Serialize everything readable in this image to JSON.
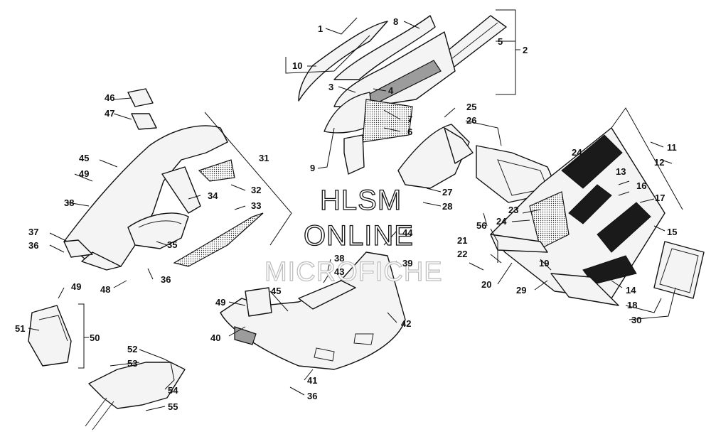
{
  "watermark": {
    "line1": "HLSM",
    "line2": "ONLINE",
    "line3": "MICROFICHE"
  },
  "callouts": [
    "1",
    "2",
    "3",
    "4",
    "5",
    "6",
    "7",
    "8",
    "9",
    "10",
    "11",
    "12",
    "13",
    "14",
    "15",
    "16",
    "17",
    "18",
    "19",
    "20",
    "21",
    "22",
    "23",
    "24",
    "24",
    "25",
    "26",
    "27",
    "28",
    "29",
    "30",
    "31",
    "32",
    "33",
    "34",
    "35",
    "36",
    "36",
    "36",
    "37",
    "38",
    "38",
    "39",
    "40",
    "41",
    "42",
    "43",
    "44",
    "45",
    "45",
    "46",
    "47",
    "48",
    "49",
    "49",
    "49",
    "50",
    "51",
    "52",
    "53",
    "54",
    "55",
    "56"
  ],
  "colors": {
    "line": "#111111",
    "fill": "#f4f4f4",
    "shade": "#9c9c9c",
    "background": "#ffffff"
  }
}
